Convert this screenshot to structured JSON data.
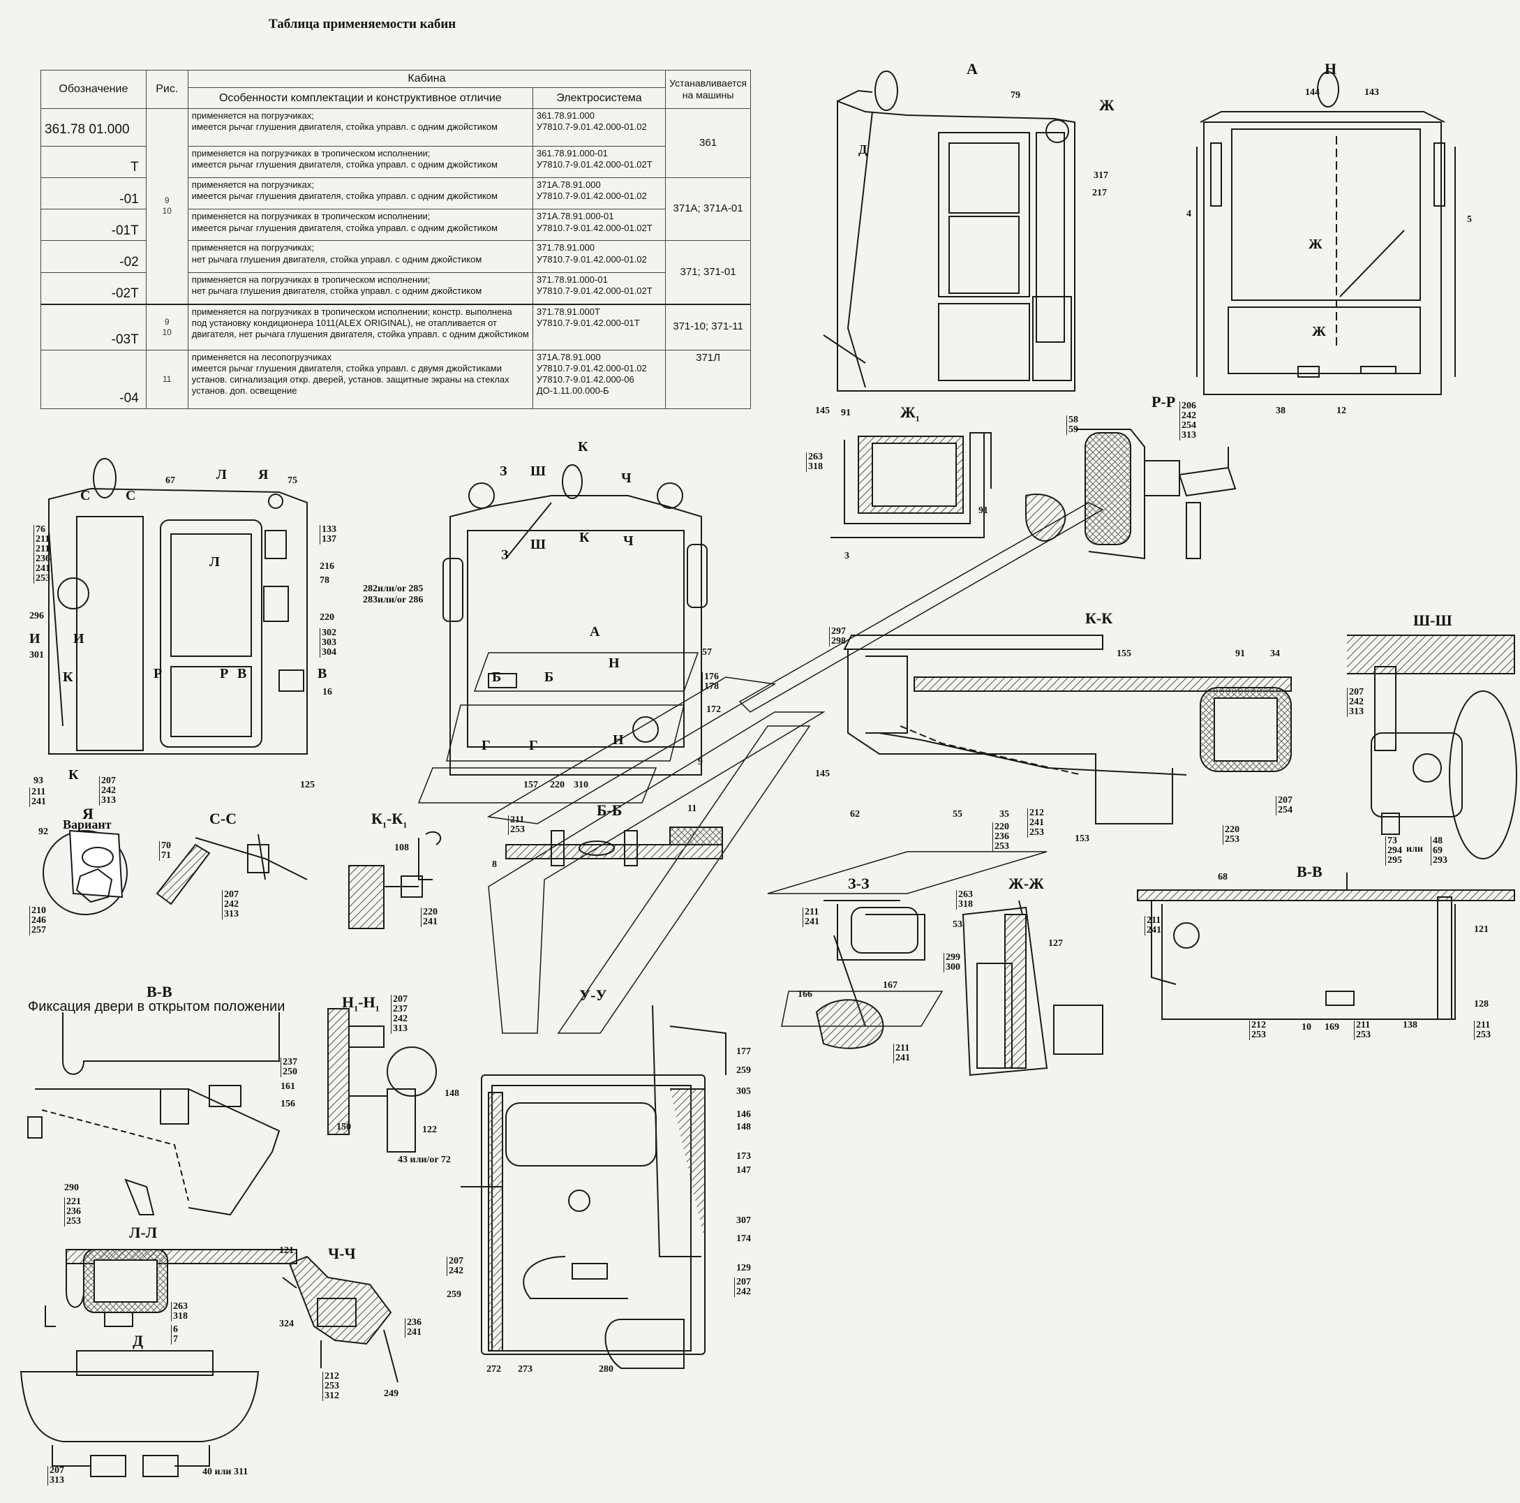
{
  "title": "Таблица применяемости кабин",
  "table": {
    "headers": {
      "designation": "Обозначение",
      "figure": "Рис.",
      "cabin": "Кабина",
      "features": "Особенности комплектации  и конструктивное отличие",
      "electrical": "Электросистема",
      "installed": "Устанавливается на машины"
    },
    "figures": {
      "group1": [
        "9",
        "10"
      ],
      "group2": [
        "9",
        "10"
      ],
      "group3": "11"
    },
    "rows": [
      {
        "designation": "361.78 01.000",
        "features": [
          "применяется на погрузчиках;",
          "имеется рычаг  глушения двигателя, стойка управл. с одним джойстиком"
        ],
        "electrical": [
          "361.78.91.000",
          "У7810.7-9.01.42.000-01.02"
        ],
        "machines": "361"
      },
      {
        "designation": "Т",
        "features": [
          "применяется на погрузчиках в тропическом исполнении;",
          "имеется рычаг  глушения двигателя, стойка управл. с одним джойстиком"
        ],
        "electrical": [
          "361.78.91.000-01",
          "У7810.7-9.01.42.000-01.02Т"
        ],
        "machines": ""
      },
      {
        "designation": "-01",
        "features": [
          "применяется на погрузчиках;",
          "имеется рычаг  глушения двигателя, стойка управл. с одним джойстиком"
        ],
        "electrical": [
          "371А.78.91.000",
          "У7810.7-9.01.42.000-01.02"
        ],
        "machines": "371А; 371А-01"
      },
      {
        "designation": "-01Т",
        "features": [
          "применяется на погрузчиках в тропическом исполнении;",
          "имеется рычаг  глушения двигателя, стойка управл. с одним джойстиком"
        ],
        "electrical": [
          "371А.78.91.000-01",
          "У7810.7-9.01.42.000-01.02Т"
        ],
        "machines": ""
      },
      {
        "designation": "-02",
        "features": [
          "применяется на погрузчиках;",
          "нет рычага  глушения двигателя, стойка управл. с  одним джойстиком"
        ],
        "electrical": [
          "371.78.91.000",
          "У7810.7-9.01.42.000-01.02"
        ],
        "machines": "371; 371-01"
      },
      {
        "designation": "-02Т",
        "features": [
          "применяется на погрузчиках в тропическом исполнении;",
          "нет рычага  глушения двигателя, стойка управл. с  одним джойстиком"
        ],
        "electrical": [
          "371.78.91.000-01",
          "У7810.7-9.01.42.000-01.02Т"
        ],
        "machines": ""
      },
      {
        "designation": "-03Т",
        "features": [
          "применяется на погрузчиках в  тропическом исполнении;  констр. выполнена",
          "под установку кондиционера 1011(ALEX  ORIGINAL),  не отапливается от",
          "двигателя, нет рычага  глушения двигателя, стойка управл. с одним джойстиком"
        ],
        "electrical": [
          "371.78.91.000Т",
          "У7810.7-9.01.42.000-01Т"
        ],
        "machines": "371-10; 371-11"
      },
      {
        "designation": "-04",
        "features": [
          "применяется на лесопогрузчиках",
          "имеется рычаг  глушения двигателя, стойка управл. с двумя джойстиками",
          "установ. сигнализация  откр. дверей, установ. защитные экраны  на стеклах",
          "установ. доп. освещение"
        ],
        "electrical": [
          "371А.78.91.000",
          "У7810.7-9.01.42.000-01.02",
          "У7810.7-9.01.42.000-06",
          "ДО-1.11.00.000-Б"
        ],
        "machines": "371Л"
      }
    ]
  },
  "views": {
    "A": "А",
    "N": "Н",
    "ZH1": "Ж",
    "ZH1_sub": "1",
    "RR": "Р-Р",
    "KK": "К-К",
    "SHSH": "Ш-Ш",
    "YA": "Я",
    "YA_variant": "Вариант",
    "SS": "С-С",
    "K1K1": "К",
    "K1_sub": "1",
    "K1K1_mid": "-К",
    "BB": "Б-Б",
    "ZZ": "З-З",
    "ZHZH": "Ж-Ж",
    "VV_right": "В-В",
    "VV_left": "В-В",
    "VV_left_caption": "Фиксация двери в открытом положении",
    "N1N1": "Н",
    "N1_sub": "1",
    "N1N1_mid": "-Н",
    "UU": "У-У",
    "LL": "Л-Л",
    "CHCH": "Ч-Ч",
    "D": "Д"
  },
  "labels": {
    "n79": "79",
    "n317": "317",
    "n217": "217",
    "n145a": "145",
    "D_arrow": "Д",
    "ZH1_arrow": "Ж",
    "n144": "144",
    "n143": "143",
    "n4": "4",
    "n5": "5",
    "n38": "38",
    "n12": "12",
    "ZH_a": "Ж",
    "ZH_b": "Ж",
    "n91a": "91",
    "n263a": "263",
    "n318a": "318",
    "n91b": "91",
    "n3": "3",
    "n58": "58",
    "n59": "59",
    "n206": "206",
    "n242a": "242",
    "n254a": "254",
    "n313a": "313",
    "n297": "297",
    "n298": "298",
    "n155": "155",
    "n91c": "91",
    "n34": "34",
    "n145b": "145",
    "n62": "62",
    "n55": "55",
    "n35": "35",
    "n220a": "220",
    "n236a": "236",
    "n253a": "253",
    "n212a": "212",
    "n241a": "241",
    "n253b": "253",
    "n153": "153",
    "n207a": "207",
    "n254b": "254",
    "n220b": "220",
    "n253c": "253",
    "n207b": "207",
    "n242b": "242",
    "n313b": "313",
    "n73": "73",
    "n294": "294",
    "n295": "295",
    "ili": "или",
    "n48": "48",
    "n69": "69",
    "n293": "293",
    "L_a": "Л",
    "YA_a": "Я",
    "n75": "75",
    "n67": "67",
    "S_a": "С",
    "S_b": "С",
    "n76": "76",
    "n211a": "211",
    "n211b": "211",
    "n236b": "236",
    "n241b": "241",
    "n253d": "253",
    "n133": "133",
    "n137": "137",
    "n216": "216",
    "n78": "78",
    "L_b": "Л",
    "n296": "296",
    "n220c": "220",
    "n302": "302",
    "n303": "303",
    "n304": "304",
    "I_a": "И",
    "I_b": "И",
    "n301": "301",
    "K1_a": "К",
    "R_a": "Р",
    "R_b": "Р",
    "V_a": "В",
    "V_b": "В",
    "n16": "16",
    "n125": "125",
    "n93": "93",
    "n211c": "211",
    "n241c": "241",
    "K1_b": "К",
    "n207c": "207",
    "n242c": "242",
    "n313c": "313",
    "K_top": "К",
    "Z_a": "З",
    "SH_a": "Ш",
    "CH_a": "Ч",
    "SH_b": "Ш",
    "K_b": "К",
    "Z_b": "З",
    "CH_b": "Ч",
    "n282": "282или/or 285",
    "n283": "283или/or 286",
    "A_arrow": "А",
    "B_a": "Б",
    "B_b": "Б",
    "N1_a": "Н",
    "N1_b": "Н",
    "n57": "57",
    "n176": "176",
    "n178": "178",
    "n172": "172",
    "G_a": "Г",
    "G_b": "Г",
    "n9": "9",
    "n157": "157",
    "n220d": "220",
    "n310": "310",
    "n92": "92",
    "n210": "210",
    "n246": "246",
    "n257": "257",
    "n70": "70",
    "n71": "71",
    "n207d": "207",
    "n242d": "242",
    "n313d": "313",
    "n108": "108",
    "n220e": "220",
    "n241d": "241",
    "n211d": "211",
    "n253e": "253",
    "n11": "11",
    "n8": "8",
    "n211e": "211",
    "n241e": "241",
    "n166": "166",
    "n167": "167",
    "n211f": "211",
    "n241f": "241",
    "n263b": "263",
    "n318b": "318",
    "n53": "53",
    "n299": "299",
    "n300": "300",
    "n127": "127",
    "n68": "68",
    "n211g": "211",
    "n241g": "241",
    "n121a": "121",
    "n128": "128",
    "n212b": "212",
    "n253f": "253",
    "n10": "10",
    "n169": "169",
    "n211h": "211",
    "n253g": "253",
    "n138": "138",
    "n211i": "211",
    "n253h": "253",
    "n237a": "237",
    "n250": "250",
    "n161": "161",
    "n156": "156",
    "n290": "290",
    "n221": "221",
    "n236c": "236",
    "n253i": "253",
    "n207e": "207",
    "n237b": "237",
    "n242e": "242",
    "n313e": "313",
    "n150": "150",
    "n122": "122",
    "n43": "43 или/or 72",
    "n177": "177",
    "n259a": "259",
    "n305": "305",
    "n146": "146",
    "n148a": "148",
    "n148b": "148",
    "n173": "173",
    "n147": "147",
    "n207f": "207",
    "n242f": "242",
    "n259b": "259",
    "n307": "307",
    "n174": "174",
    "n129": "129",
    "n207g": "207",
    "n242g": "242",
    "n272": "272",
    "n273": "273",
    "n280": "280",
    "n263c": "263",
    "n318c": "318",
    "n6": "6",
    "n7": "7",
    "n121b": "121",
    "n324": "324",
    "n236d": "236",
    "n241h": "241",
    "n212c": "212",
    "n253j": "253",
    "n312": "312",
    "n249": "249",
    "n207h": "207",
    "n313f": "313",
    "n40": "40 или 311"
  },
  "colors": {
    "background": "#f3f4f0",
    "line": "#1a1a1a",
    "hatch": "#555555"
  }
}
